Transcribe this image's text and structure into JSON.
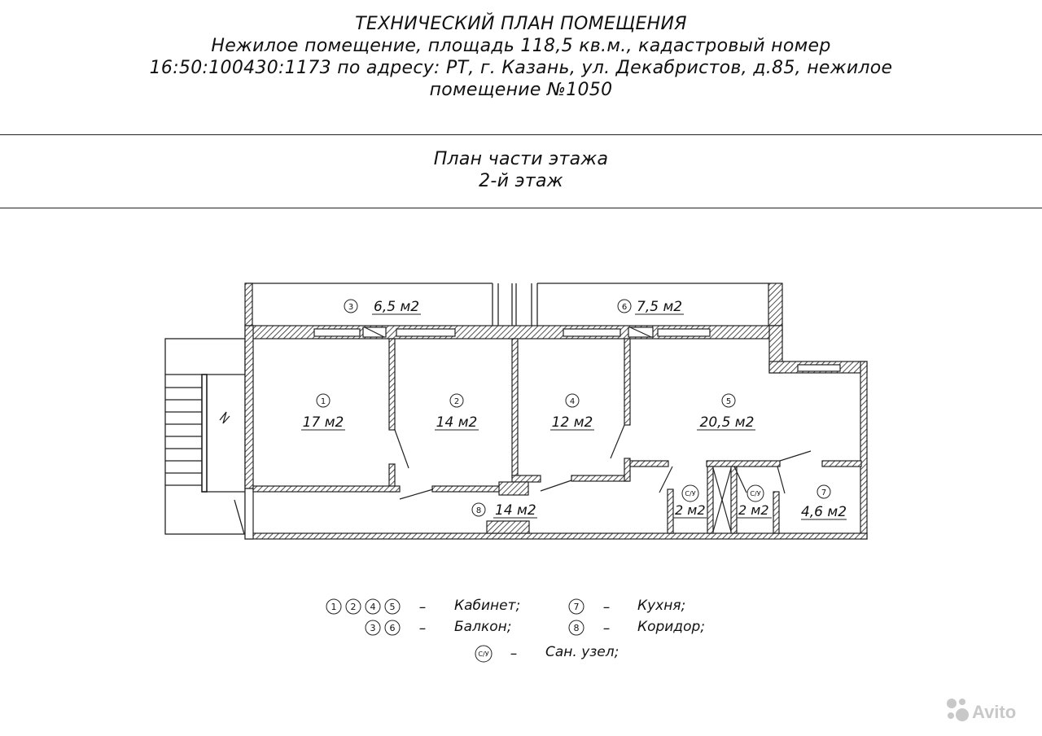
{
  "header": {
    "line1": "ТЕХНИЧЕСКИЙ ПЛАН ПОМЕЩЕНИЯ",
    "line2": "Нежилое помещение, площадь 118,5 кв.м., кадастровый номер",
    "line3": "16:50:100430:1173 по адресу: РТ, г. Казань, ул. Декабристов, д.85, нежилое",
    "line4": "помещение №1050"
  },
  "subheader": {
    "line1": "План части этажа",
    "line2": "2-й этаж"
  },
  "rooms": [
    {
      "num": "3",
      "area": "6,5 м2"
    },
    {
      "num": "6",
      "area": "7,5 м2"
    },
    {
      "num": "1",
      "area": "17 м2"
    },
    {
      "num": "2",
      "area": "14 м2"
    },
    {
      "num": "4",
      "area": "12 м2"
    },
    {
      "num": "5",
      "area": "20,5 м2"
    },
    {
      "num": "8",
      "area": "14 м2"
    },
    {
      "num": "С/У",
      "area": "2 м2"
    },
    {
      "num": "С/У",
      "area": "2 м2"
    },
    {
      "num": "7",
      "area": "4,6 м2"
    }
  ],
  "legend": [
    {
      "nums": [
        "1",
        "2",
        "4",
        "5"
      ],
      "dash": "–",
      "text": "Кабинет;"
    },
    {
      "nums": [
        "3",
        "6"
      ],
      "dash": "–",
      "text": "Балкон;"
    },
    {
      "nums": [
        "С/У"
      ],
      "dash": "–",
      "text": "Сан. узел;"
    },
    {
      "nums": [
        "7"
      ],
      "dash": "–",
      "text": "Кухня;"
    },
    {
      "nums": [
        "8"
      ],
      "dash": "–",
      "text": "Коридор;"
    }
  ],
  "watermark": {
    "icon": "avito-logo-icon",
    "text": "Avito"
  }
}
